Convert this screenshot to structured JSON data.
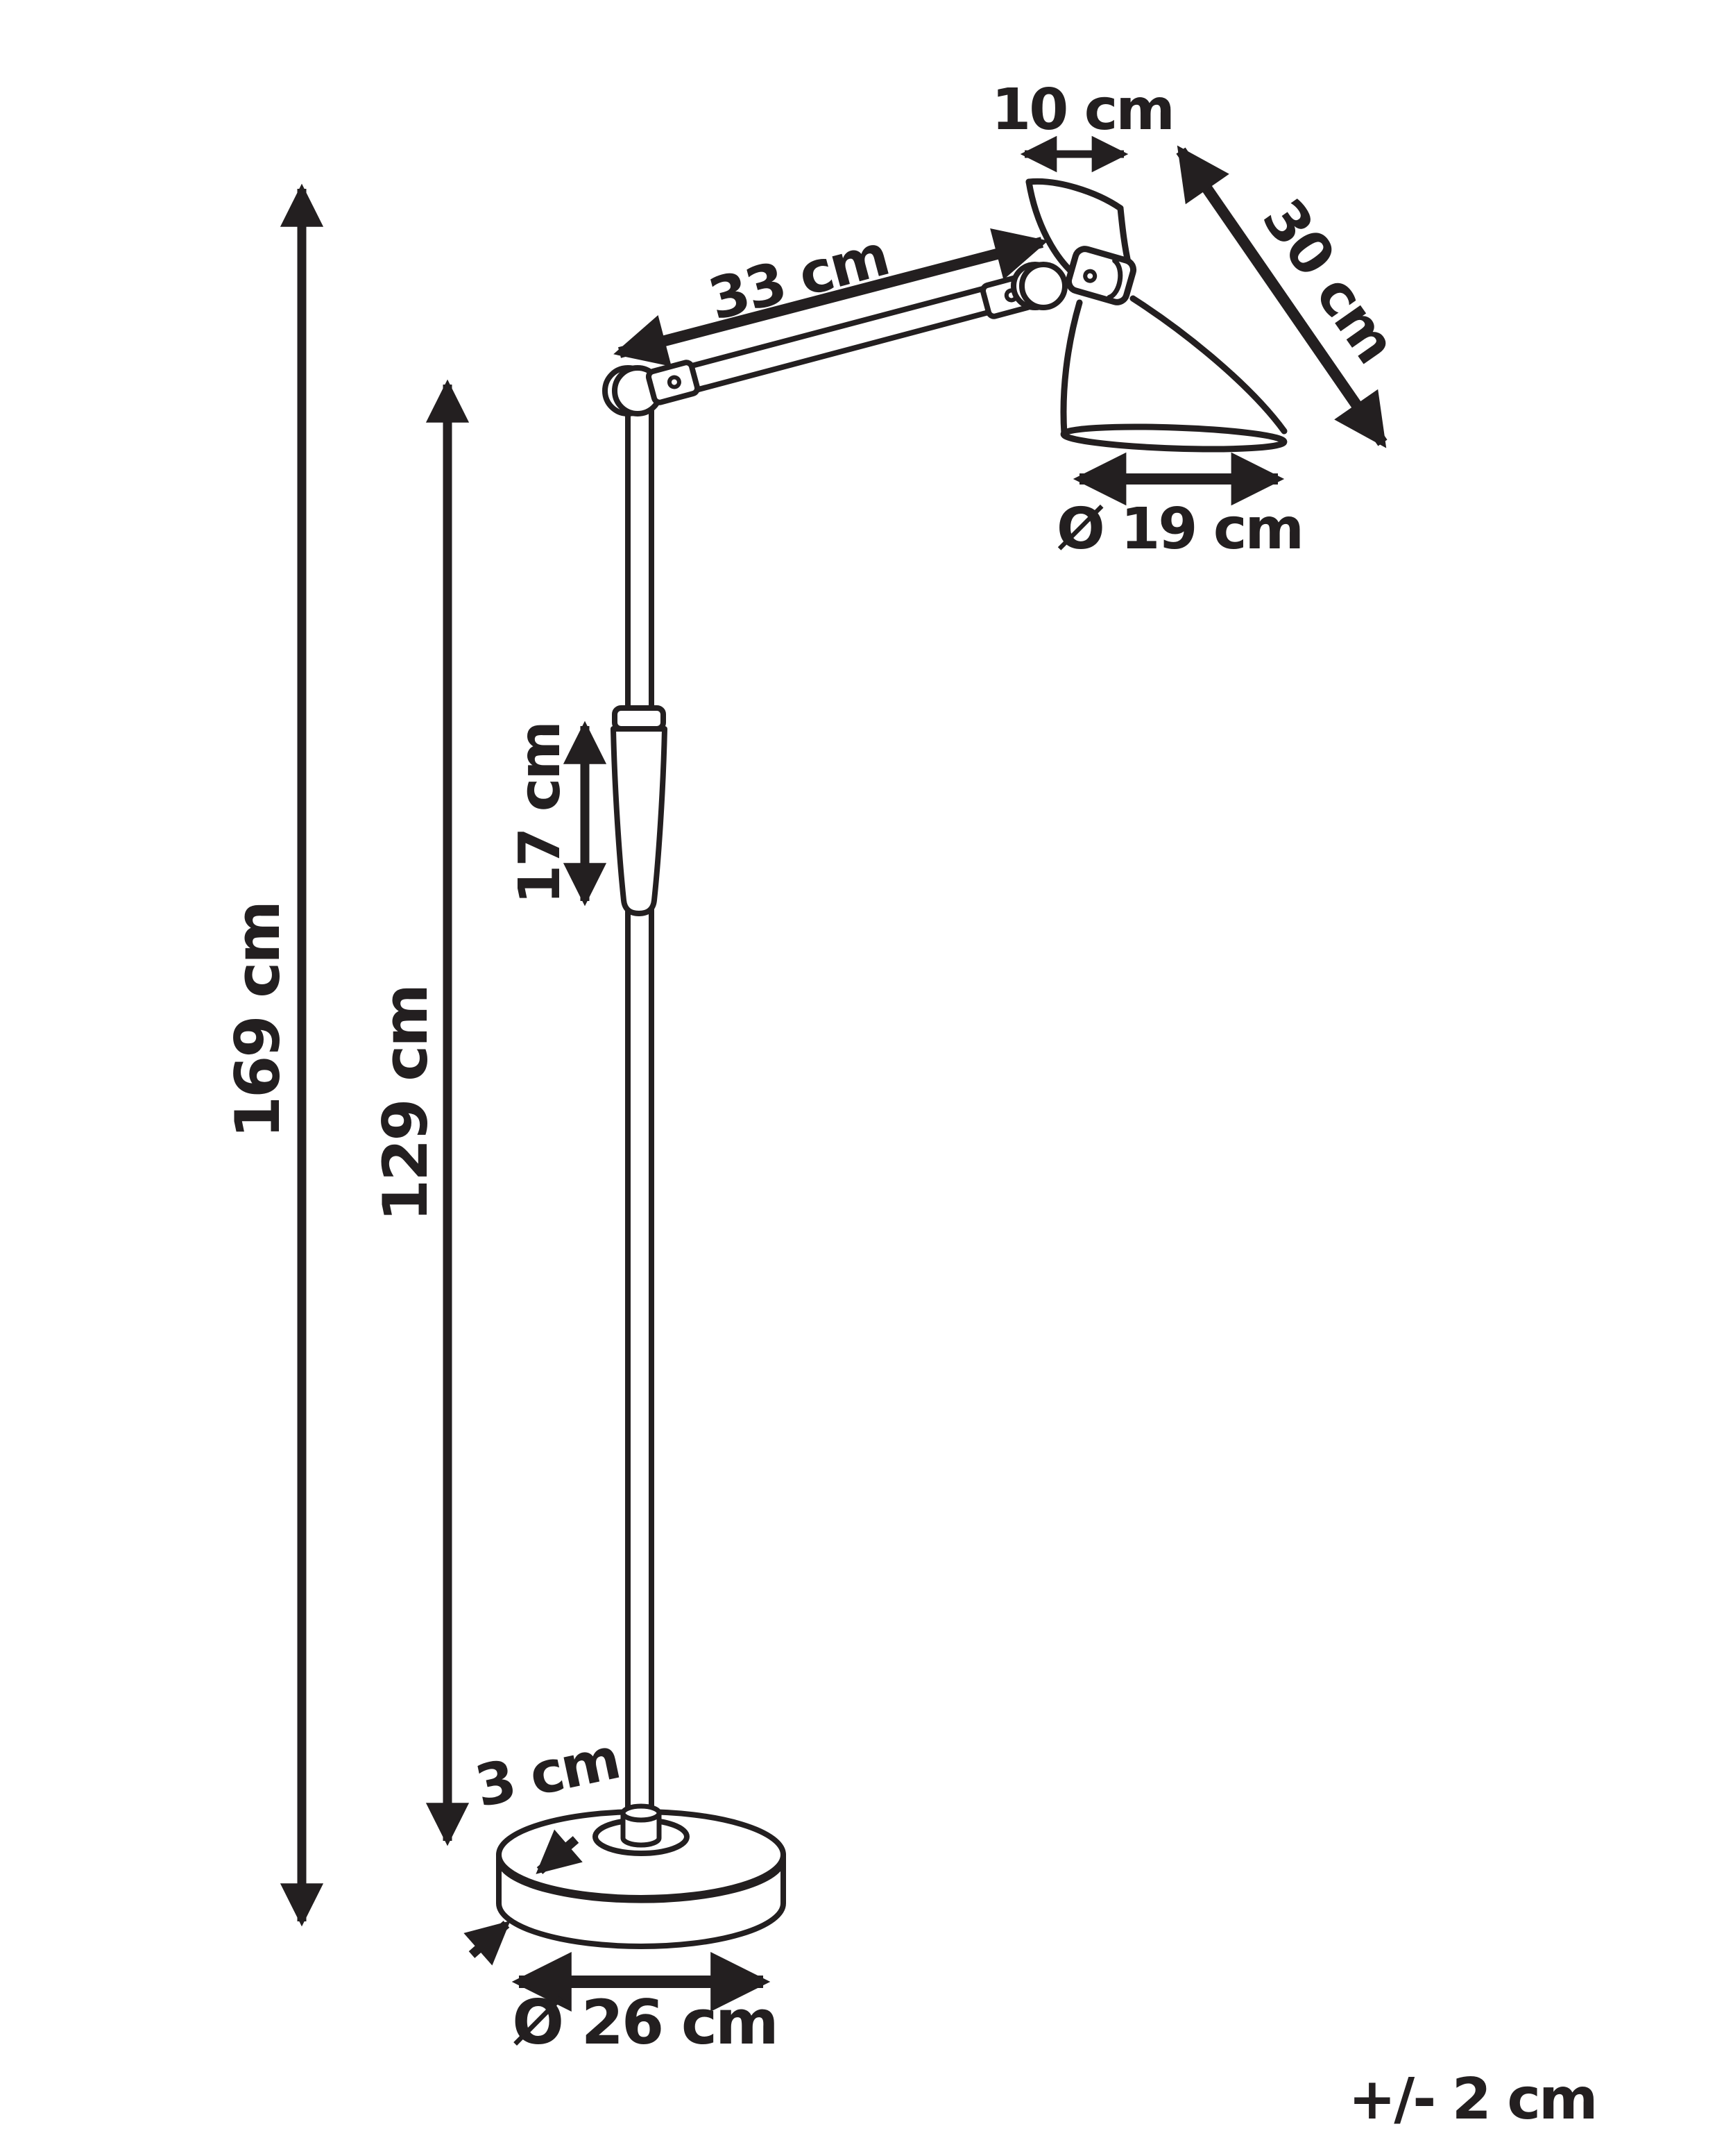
{
  "diagram": {
    "kind": "product-dimension-drawing",
    "subject": "adjustable floor lamp line drawing with dimension arrows"
  },
  "labels": {
    "shade_top_width": "10 cm",
    "shade_diagonal": "30 cm",
    "arm_length": "33 cm",
    "shade_diameter": "Ø 19 cm",
    "grip_length": "17 cm",
    "pole_height": "129 cm",
    "total_height": "169 cm",
    "base_thickness": "3 cm",
    "base_diameter": "Ø 26 cm",
    "tolerance_note": "+/- 2 cm"
  },
  "colors": {
    "ink": "#231f20",
    "background": "#ffffff"
  }
}
